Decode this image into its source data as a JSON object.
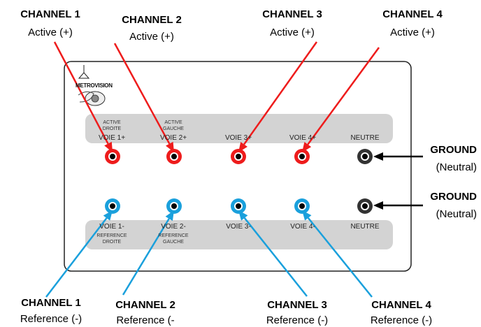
{
  "colors": {
    "active": "#ee1c1c",
    "reference": "#1aa0dc",
    "ground": "#333333",
    "panel_band": "#d3d3d3",
    "box_border": "#222222"
  },
  "device": {
    "logo_text": "METROVISION",
    "top_row": {
      "channels": [
        {
          "label": "VOIE 1+",
          "small": [
            "ACTIVE",
            "DROITE"
          ]
        },
        {
          "label": "VOIE 2+",
          "small": [
            "ACTIVE",
            "GAUCHE"
          ]
        },
        {
          "label": "VOIE 3+",
          "small": []
        },
        {
          "label": "VOIE 4+",
          "small": []
        }
      ],
      "neutral": "NEUTRE"
    },
    "bottom_row": {
      "channels": [
        {
          "label": "VOIE 1-",
          "small": [
            "REFERENCE",
            "DROITE"
          ]
        },
        {
          "label": "VOIE 2-",
          "small": [
            "REFERENCE",
            "GAUCHE"
          ]
        },
        {
          "label": "VOIE 3-",
          "small": []
        },
        {
          "label": "VOIE 4-",
          "small": []
        }
      ],
      "neutral": "NEUTRE"
    }
  },
  "callouts": {
    "top": [
      {
        "title": "CHANNEL 1",
        "sub": "Active (+)"
      },
      {
        "title": "CHANNEL 2",
        "sub": "Active (+)"
      },
      {
        "title": "CHANNEL 3",
        "sub": "Active (+)"
      },
      {
        "title": "CHANNEL 4",
        "sub": "Active (+)"
      }
    ],
    "bottom": [
      {
        "title": "CHANNEL 1",
        "sub": "Reference (-)"
      },
      {
        "title": "CHANNEL 2",
        "sub": "Reference (-"
      },
      {
        "title": "CHANNEL 3",
        "sub": "Reference (-)"
      },
      {
        "title": "CHANNEL 4",
        "sub": "Reference (-)"
      }
    ],
    "ground": [
      {
        "title": "GROUND",
        "sub": "(Neutral)"
      },
      {
        "title": "GROUND",
        "sub": "(Neutral)"
      }
    ]
  }
}
